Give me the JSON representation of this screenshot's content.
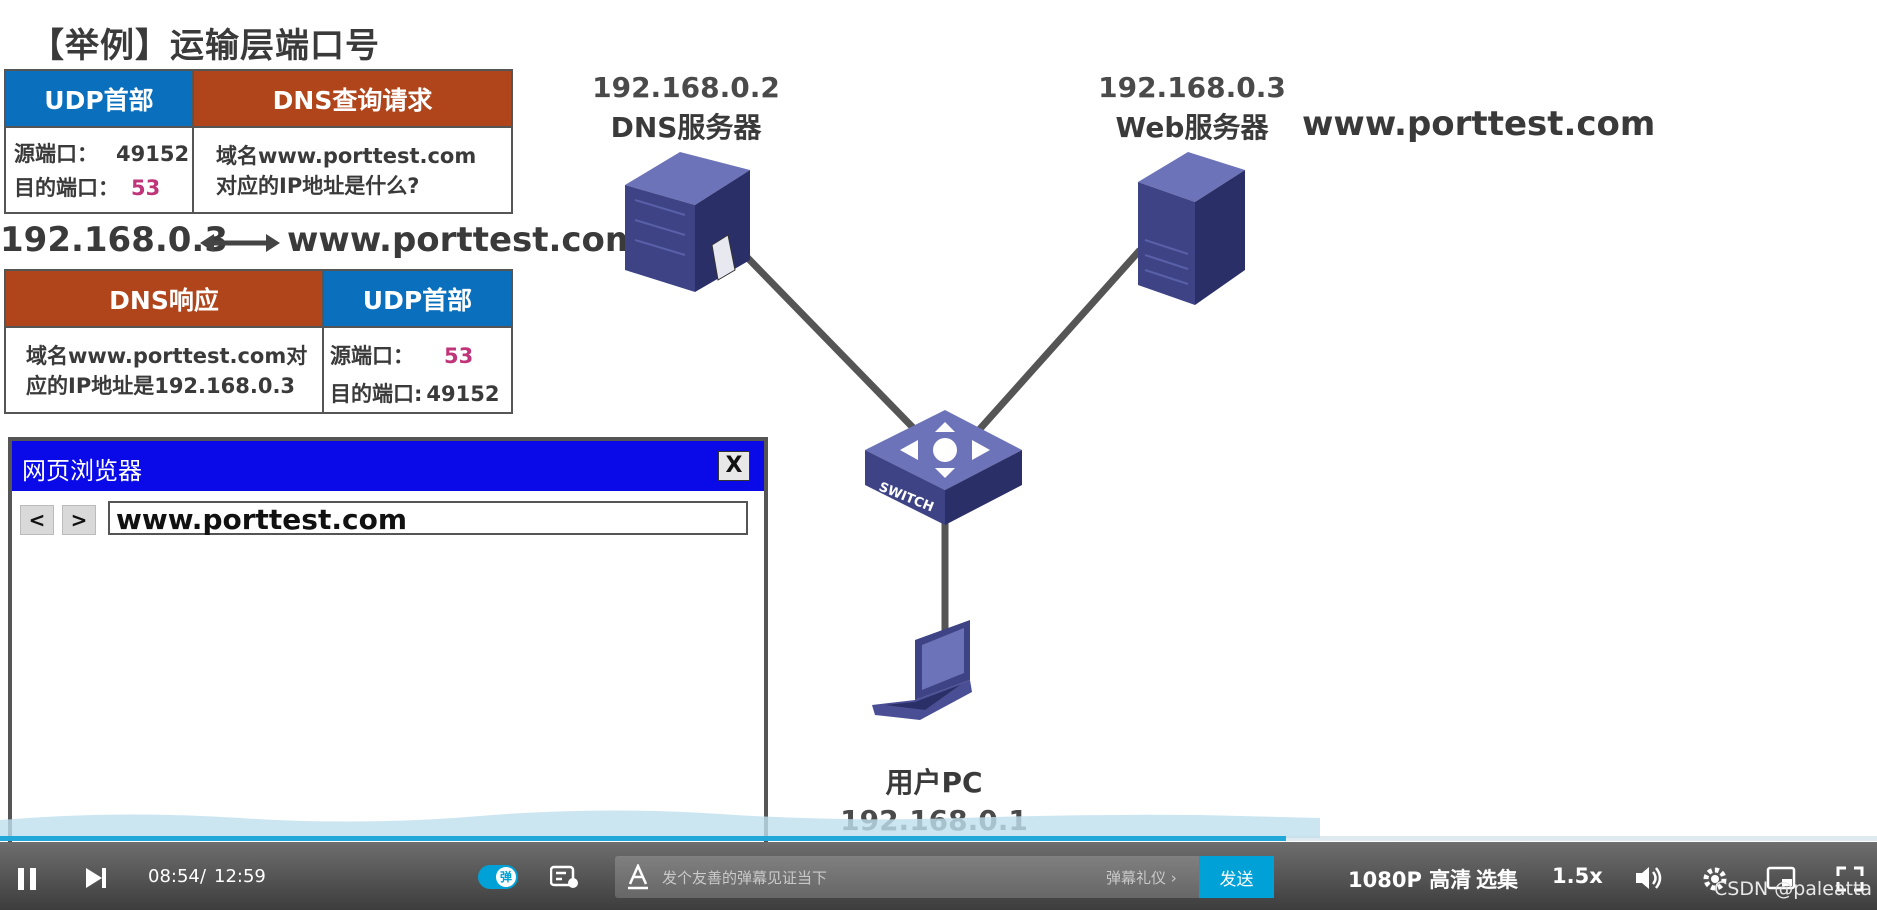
{
  "slide": {
    "title": "【举例】运输层端口号"
  },
  "request_packet": {
    "udp_header_title": "UDP首部",
    "dns_title": "DNS查询请求",
    "src_port_label": "源端口：",
    "src_port_value": "49152",
    "dst_port_label": "目的端口：",
    "dst_port_value": "53",
    "query_line1": "域名www.porttest.com",
    "query_line2": "对应的IP地址是什么?"
  },
  "mapping": {
    "ip": "192.168.0.3",
    "domain": "www.porttest.com"
  },
  "response_packet": {
    "dns_title": "DNS响应",
    "udp_header_title": "UDP首部",
    "answer_line1": "域名www.porttest.com对",
    "answer_line2": "应的IP地址是192.168.0.3",
    "src_port_label": "源端口：",
    "src_port_value": "53",
    "dst_port_label": "目的端口:",
    "dst_port_value": "49152"
  },
  "browser": {
    "title": "网页浏览器",
    "close_label": "X",
    "back_label": "<",
    "forward_label": ">",
    "url": "www.porttest.com"
  },
  "diagram": {
    "dns_server": {
      "ip": "192.168.0.2",
      "name": "DNS服务器"
    },
    "web_server": {
      "ip": "192.168.0.3",
      "name": "Web服务器",
      "domain": "www.porttest.com"
    },
    "switch": {
      "label": "SWITCH"
    },
    "pc": {
      "name": "用户PC",
      "ip": "192.168.0.1"
    }
  },
  "player": {
    "current_time": "08:54",
    "separator": "/",
    "total_time": "12:59",
    "progress_fraction": 0.685,
    "danmaku_toggle_label": "弹",
    "danmaku_placeholder": "发个友善的弹幕见证当下",
    "danmaku_etiquette": "弹幕礼仪 ›",
    "send_label": "发送",
    "quality": "1080P 高清",
    "episodes": "选集",
    "speed": "1.5x",
    "watermark": "CSDN @paleatta",
    "accent_color": "#00a1d6"
  }
}
